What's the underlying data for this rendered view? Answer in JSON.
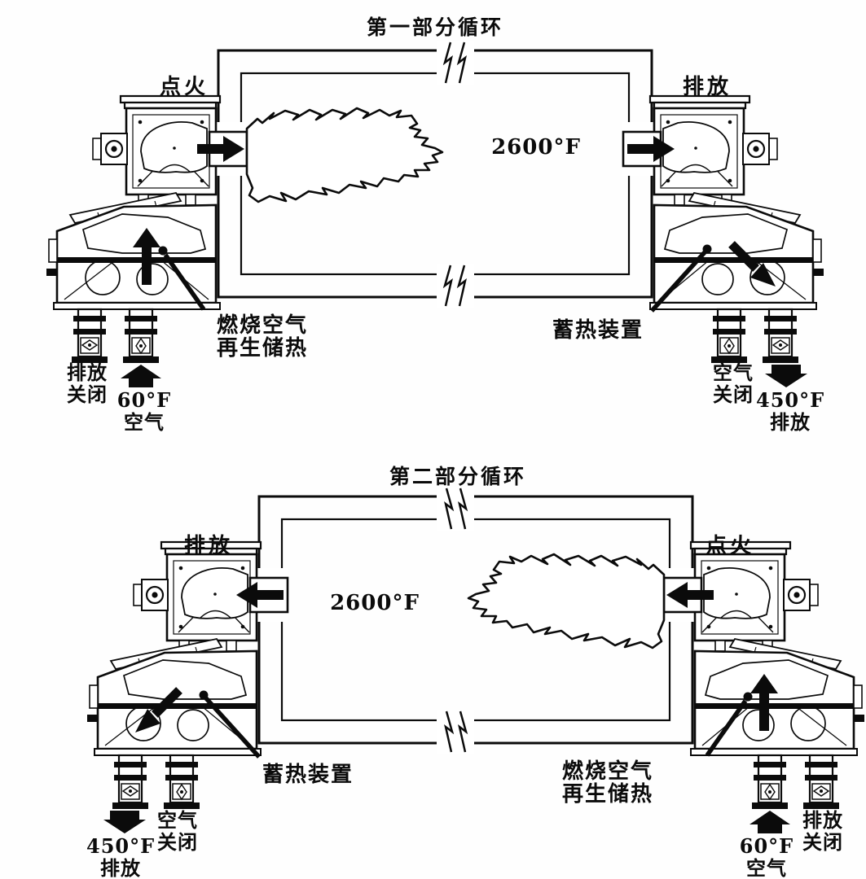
{
  "page": {
    "background": "#fefefe",
    "ink": "#0b0b0b"
  },
  "cycle1": {
    "title": "第一部分循环",
    "left_burner_label": "点火",
    "right_burner_label": "排放",
    "furnace_temp": "2600°F",
    "left_callout_line1": "燃烧空气",
    "left_callout_line2": "再生储热",
    "right_callout": "蓄热装置",
    "left_pipe_closed_line1": "排放",
    "left_pipe_closed_line2": "关闭",
    "left_air_temp": "60°F",
    "left_air_label": "空气",
    "right_pipe_closed_line1": "空气",
    "right_pipe_closed_line2": "关闭",
    "right_exhaust_temp": "450°F",
    "right_exhaust_label": "排放"
  },
  "cycle2": {
    "title": "第二部分循环",
    "left_burner_label": "排放",
    "right_burner_label": "点火",
    "furnace_temp": "2600°F",
    "left_callout": "蓄热装置",
    "right_callout_line1": "燃烧空气",
    "right_callout_line2": "再生储热",
    "left_exhaust_temp": "450°F",
    "left_exhaust_label": "排放",
    "left_pipe_closed_line1": "空气",
    "left_pipe_closed_line2": "关闭",
    "right_air_temp": "60°F",
    "right_air_label": "空气",
    "right_pipe_closed_line1": "排放",
    "right_pipe_closed_line2": "关闭"
  }
}
